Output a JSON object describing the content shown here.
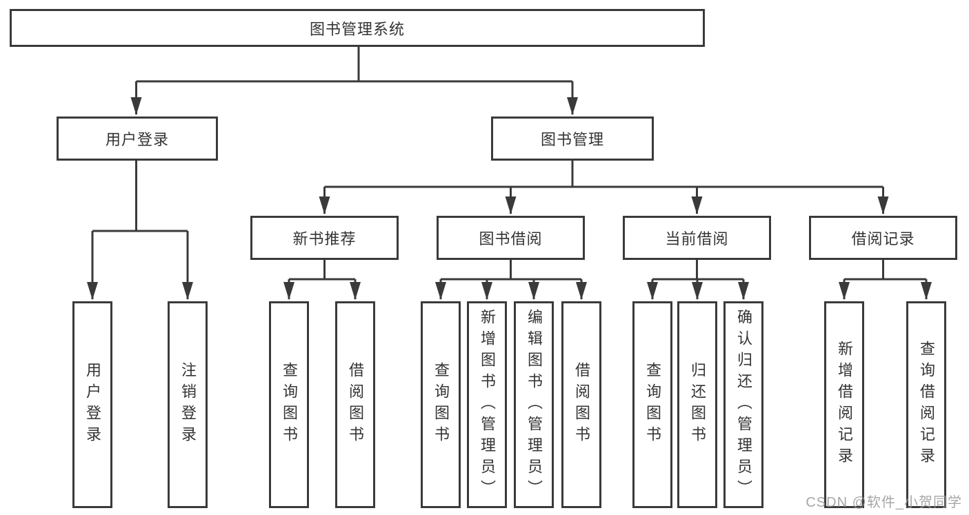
{
  "tree": {
    "root": "图书管理系统",
    "children": [
      {
        "label": "用户登录",
        "children": [
          "用户登录",
          "注销登录"
        ]
      },
      {
        "label": "图书管理",
        "children": [
          {
            "label": "新书推荐",
            "children": [
              "查询图书",
              "借阅图书"
            ]
          },
          {
            "label": "图书借阅",
            "children": [
              "查询图书",
              "新增图书（管理员）",
              "编辑图书（管理员）",
              "借阅图书"
            ]
          },
          {
            "label": "当前借阅",
            "children": [
              "查询图书",
              "归还图书",
              "确认归还（管理员）"
            ]
          },
          {
            "label": "借阅记录",
            "children": [
              "新增借阅记录",
              "查询借阅记录"
            ]
          }
        ]
      }
    ]
  },
  "watermark": "CSDN @软件_小贺同学",
  "colors": {
    "border": "#3a3a3a",
    "line": "#3a3a3a",
    "text": "#333333",
    "watermark": "#969696",
    "background": "#ffffff"
  }
}
